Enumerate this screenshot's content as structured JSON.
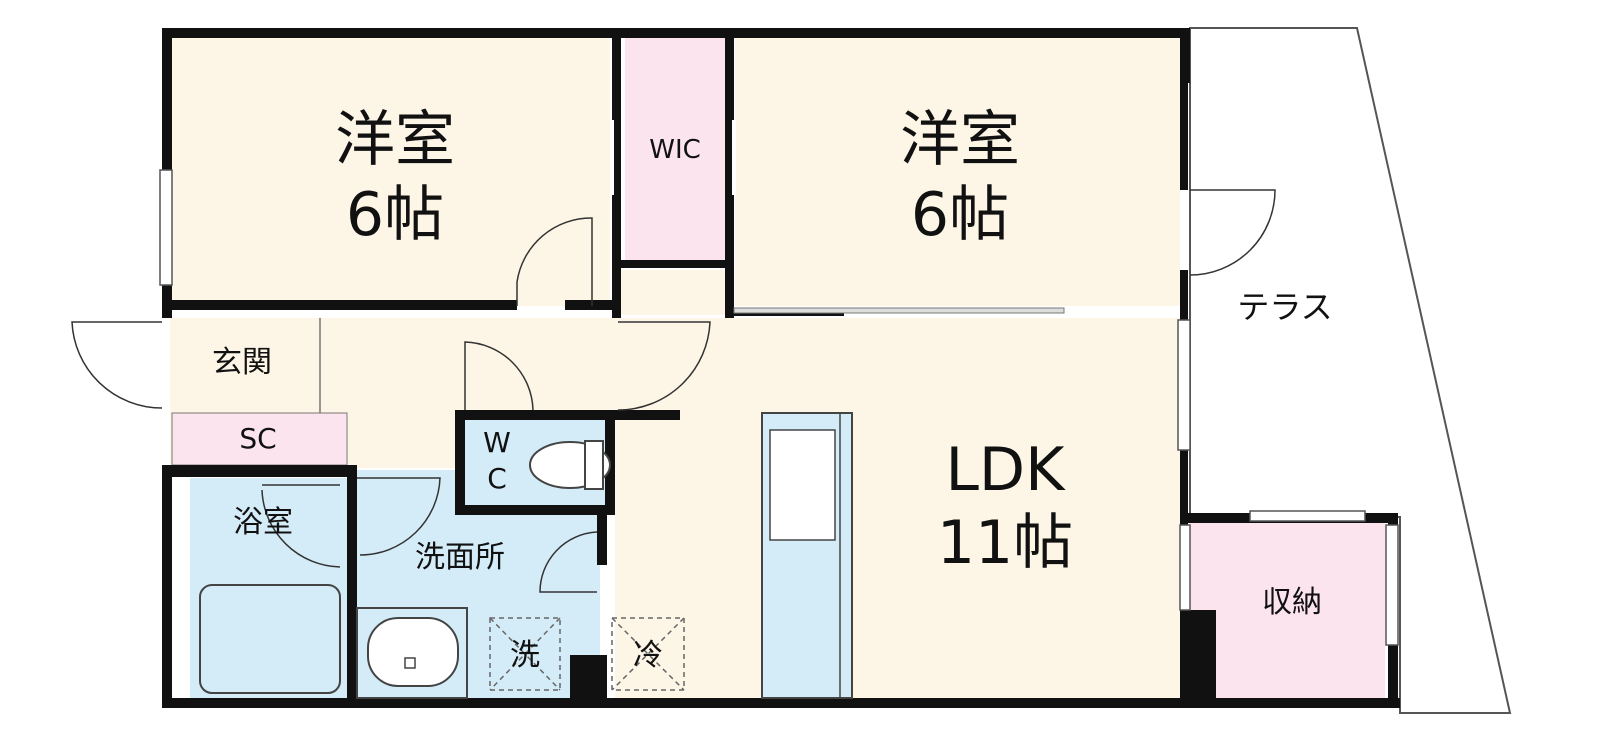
{
  "rooms": {
    "western_room_left": {
      "name": "洋室",
      "size": "6帖"
    },
    "wic": {
      "name": "WIC"
    },
    "western_room_right": {
      "name": "洋室",
      "size": "6帖"
    },
    "terrace": {
      "name": "テラス"
    },
    "entrance": {
      "name": "玄関"
    },
    "shoe_closet": {
      "name": "SC"
    },
    "wc": {
      "top": "W",
      "bottom": "C"
    },
    "bathroom": {
      "name": "浴室"
    },
    "washroom": {
      "name": "洗面所"
    },
    "washer": {
      "name": "洗"
    },
    "fridge": {
      "name": "冷"
    },
    "ldk": {
      "name": "LDK",
      "size": "11帖"
    },
    "storage": {
      "name": "収納"
    }
  },
  "colors": {
    "wall": "#111111",
    "beige": "#fdf6e6",
    "pink": "#fce4ee",
    "blue": "#d4ecf8"
  }
}
